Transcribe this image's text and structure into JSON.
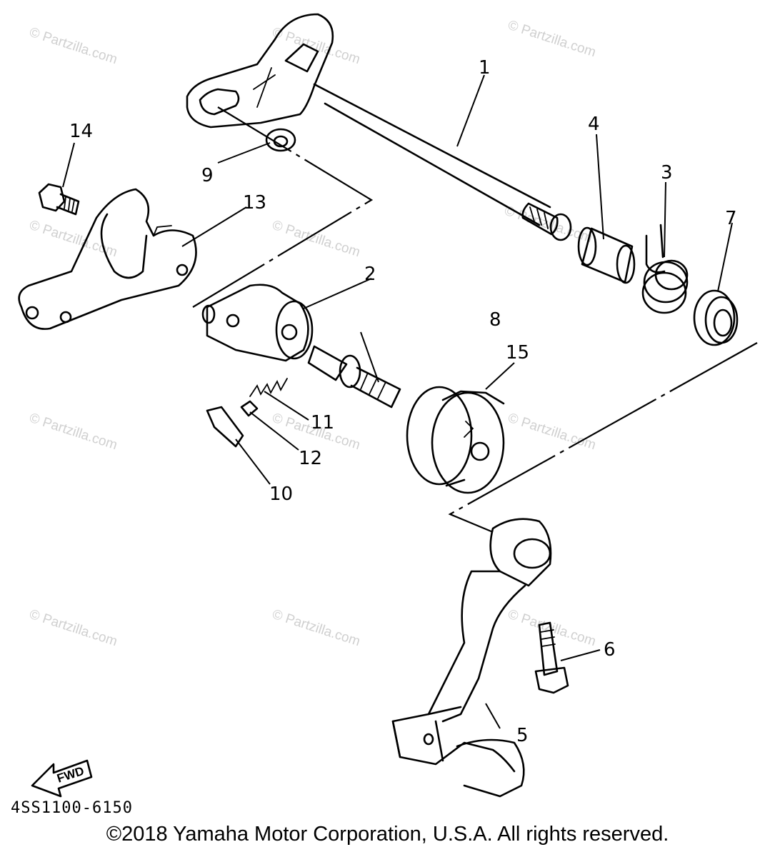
{
  "callouts": [
    "1",
    "2",
    "3",
    "4",
    "5",
    "6",
    "7",
    "8",
    "9",
    "10",
    "11",
    "12",
    "13",
    "14",
    "15"
  ],
  "fwd_label": "FWD",
  "diagram_code": "4SS1100-6150",
  "watermark": "© Partzilla.com",
  "copyright": "©2018 Yamaha Motor Corporation, U.S.A. All rights reserved."
}
